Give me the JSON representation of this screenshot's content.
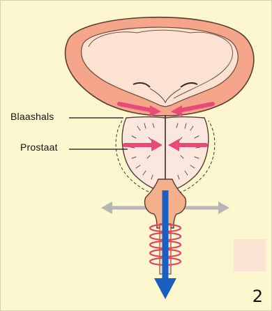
{
  "labels": {
    "bladder_neck": "Blaashals",
    "prostate": "Prostaat"
  },
  "page_number": "2",
  "colors": {
    "background": "#fdf7cf",
    "bladder_wall": "#f5a58a",
    "bladder_lumen": "#fbe2d2",
    "prostate_tissue": "#fce7df",
    "pressure_arrows": "#e84a7a",
    "urine_flow": "#1a5fc0",
    "dilation_arrows": "#b6b6b6",
    "sphincter": "#f2b08c",
    "coil": "#e0445f"
  }
}
